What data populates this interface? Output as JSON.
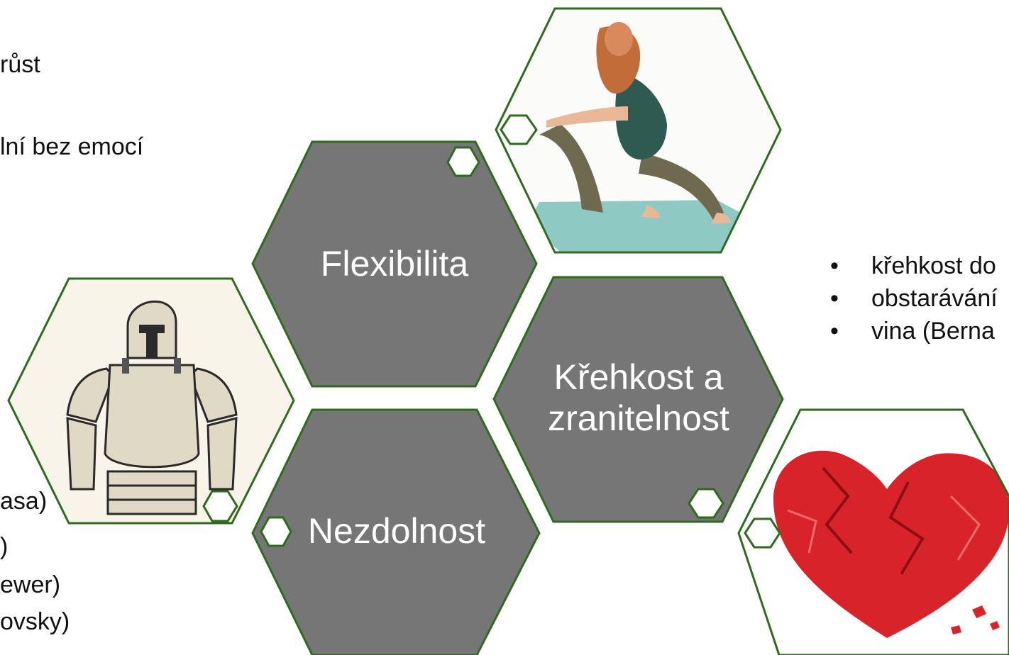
{
  "colors": {
    "hex_fill": "#767676",
    "hex_border": "#2e6b1f",
    "text": "#111111",
    "label_text": "#ffffff"
  },
  "hexagons": {
    "flexibilita": "Flexibilita",
    "krehkost": "Křehkost a zranitelnost",
    "krehkost_line1": "Křehkost a",
    "krehkost_line2": "zranitelnost",
    "nezdolnost": "Nezdolnost"
  },
  "image_hexes": [
    {
      "name": "yoga-photo",
      "icon": "yoga-pose-image"
    },
    {
      "name": "armor-illustration",
      "icon": "knight-armor-image"
    },
    {
      "name": "broken-heart-image",
      "icon": "broken-heart-image"
    }
  ],
  "left_text": {
    "top_lines": [
      "růst",
      "lní bez emocí"
    ],
    "bottom_lines": [
      "asa)",
      ")",
      "ewer)",
      "ovsky)"
    ]
  },
  "right_bullets": {
    "bullet_glyph": "•",
    "items": [
      "křehkost do",
      "obstarávání",
      "vina (Berna"
    ]
  }
}
